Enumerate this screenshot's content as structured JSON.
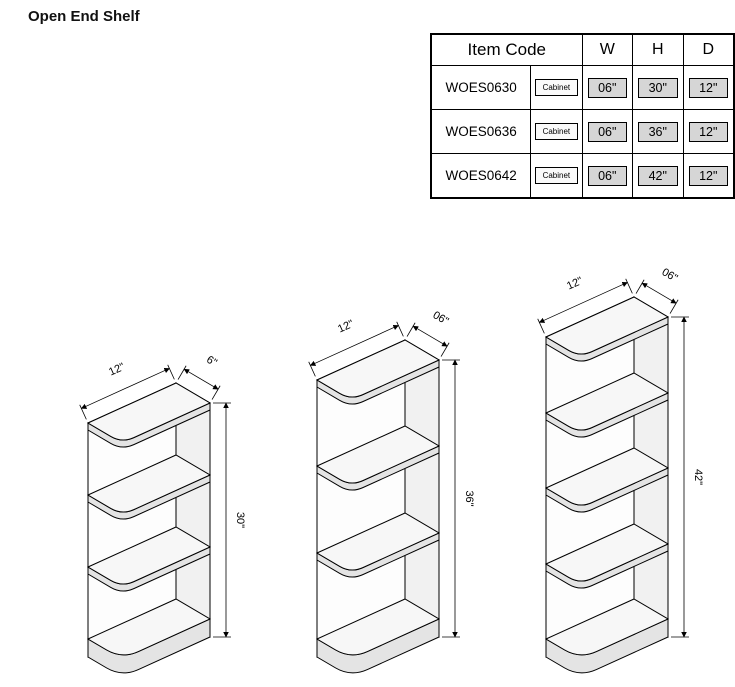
{
  "page": {
    "title": "Open End Shelf"
  },
  "table": {
    "header": {
      "item_code": "Item Code",
      "w": "W",
      "h": "H",
      "d": "D"
    },
    "rows": [
      {
        "item_code": "WOES0630",
        "type": "Cabinet",
        "w": "06\"",
        "h": "30\"",
        "d": "12\""
      },
      {
        "item_code": "WOES0636",
        "type": "Cabinet",
        "w": "06\"",
        "h": "36\"",
        "d": "12\""
      },
      {
        "item_code": "WOES0642",
        "type": "Cabinet",
        "w": "06\"",
        "h": "42\"",
        "d": "12\""
      }
    ]
  },
  "diagrams": [
    {
      "name": "open-end-shelf-30-diagram",
      "depth_label": "12\"",
      "width_label": "6\"",
      "height_label": "30\"",
      "height_in": 30,
      "mid_shelves": 2
    },
    {
      "name": "open-end-shelf-36-diagram",
      "depth_label": "12\"",
      "width_label": "06\"",
      "height_label": "36\"",
      "height_in": 36,
      "mid_shelves": 2
    },
    {
      "name": "open-end-shelf-42-diagram",
      "depth_label": "12\"",
      "width_label": "06\"",
      "height_label": "42\"",
      "height_in": 42,
      "mid_shelves": 3
    }
  ],
  "colors": {
    "table_cell_fill": "#d6d6d6",
    "line": "#000000"
  }
}
